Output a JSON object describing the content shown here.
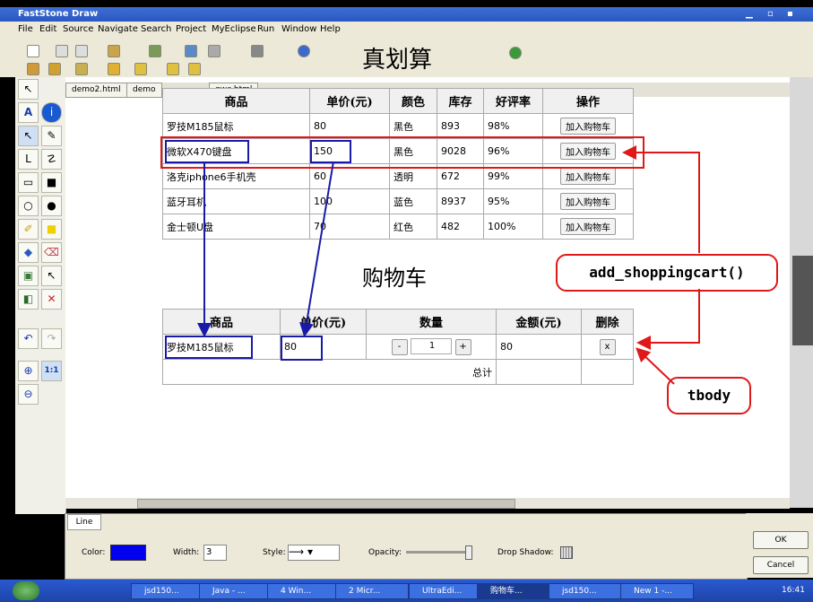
{
  "window": {
    "title": "FastStone Draw"
  },
  "menu": [
    "File",
    "Edit",
    "Source",
    "Navigate",
    "Search",
    "Project",
    "MyEclipse",
    "Run",
    "Window",
    "Help"
  ],
  "overlay_title": "真划算",
  "tabs": [
    "demo2.html",
    "demo",
    "gwc.html"
  ],
  "products": {
    "headers": [
      "商品",
      "单价(元)",
      "颜色",
      "库存",
      "好评率",
      "操作"
    ],
    "rows": [
      [
        "罗技M185鼠标",
        "80",
        "黑色",
        "893",
        "98%",
        "加入购物车"
      ],
      [
        "微软X470键盘",
        "150",
        "黑色",
        "9028",
        "96%",
        "加入购物车"
      ],
      [
        "洛克iphone6手机壳",
        "60",
        "透明",
        "672",
        "99%",
        "加入购物车"
      ],
      [
        "蓝牙耳机",
        "100",
        "蓝色",
        "8937",
        "95%",
        "加入购物车"
      ],
      [
        "金士顿U盘",
        "70",
        "红色",
        "482",
        "100%",
        "加入购物车"
      ]
    ]
  },
  "cart": {
    "title": "购物车",
    "headers": [
      "商品",
      "单价(元)",
      "数量",
      "金额(元)",
      "删除"
    ],
    "row": {
      "name": "罗技M185鼠标",
      "price": "80",
      "minus": "-",
      "qty": "1",
      "plus": "+",
      "amount": "80",
      "delete": "x"
    },
    "total_label": "总计"
  },
  "callouts": {
    "function": "add_shoppingcart()",
    "tbody": "tbody"
  },
  "bottom": {
    "tab": "Line",
    "color_label": "Color:",
    "color_value": "#0000ee",
    "width_label": "Width:",
    "width_value": "3",
    "style_label": "Style:",
    "opacity_label": "Opacity:",
    "shadow_label": "Drop Shadow:",
    "ok": "OK",
    "cancel": "Cancel"
  },
  "taskbar": {
    "items": [
      "jsd150...",
      "Java - ...",
      "4 Win...",
      "2 Micr...",
      "UltraEdi...",
      "购物车...",
      "jsd150...",
      "New 1 -..."
    ],
    "clock": "16:41"
  },
  "colors": {
    "annotation_red": "#e01818",
    "annotation_blue": "#1a1aa8"
  }
}
